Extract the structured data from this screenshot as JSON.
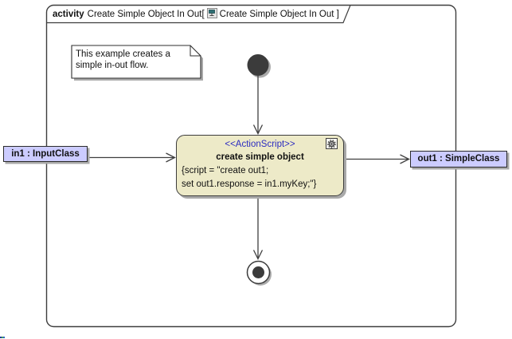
{
  "frame": {
    "keyword": "activity",
    "name_with_bracket": "Create Simple Object In Out[",
    "ref_with_bracket": "Create Simple Object In Out ]"
  },
  "note": {
    "line1": "This example creates a",
    "line2": "simple in-out flow."
  },
  "action": {
    "stereotype": "<<ActionScript>>",
    "name": "create simple object",
    "script": [
      "{script = \"create out1;",
      "set out1.response = in1.myKey;\"}"
    ]
  },
  "pins": {
    "input_label": "in1 : InputClass",
    "output_label": "out1 : SimpleClass"
  },
  "icons": {
    "title_icon": "activity-diagram-icon",
    "action_icon": "gear-icon"
  },
  "colors": {
    "action_fill": "#EDEAC8",
    "pin_fill": "#CCCCFF",
    "stereotype_text": "#2B2BC0",
    "outline": "#3C3C3C",
    "line": "#3F3F3F",
    "shadow": "#A9A9A9",
    "node_fill": "#3B3B3B"
  }
}
